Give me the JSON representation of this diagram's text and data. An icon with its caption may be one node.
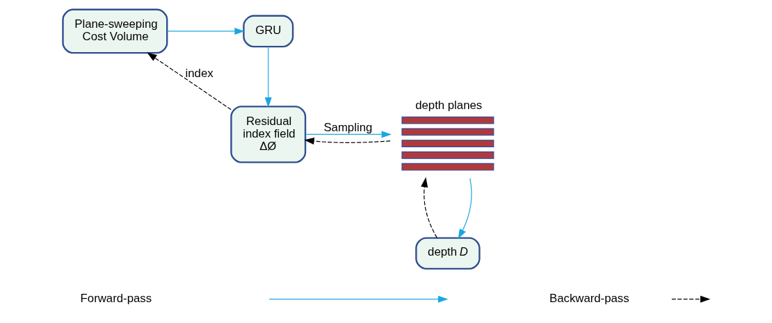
{
  "diagram": {
    "nodes": [
      {
        "text": [
          "Plane-sweeping Cost Volume"
        ]
      },
      {
        "text": [
          "GRU"
        ]
      },
      {
        "text": [
          "Residual index field ΔØ"
        ]
      },
      {
        "text": [
          "depth planes"
        ]
      },
      {
        "text": [
          "depth *D*"
        ]
      }
    ],
    "edges": [
      {
        "from": 0,
        "to": 1,
        "arrow": "to"
      },
      {
        "from": 1,
        "to": 2,
        "arrow": "to"
      },
      {
        "from": 2,
        "to": 3,
        "arrow": "to",
        "label": "Sampling"
      },
      {
        "from": 3,
        "to": 2,
        "arrow": "to",
        "style": "dashed",
        "color": "#000000"
      },
      {
        "from": 2,
        "to": 0,
        "arrow": "to",
        "label": "index",
        "style": "dashed",
        "color": "#000000"
      },
      {
        "from": 3,
        "to": 4,
        "arrow": "to"
      },
      {
        "from": 4,
        "to": 3,
        "arrow": "to",
        "style": "dashed",
        "color": "#000000"
      }
    ],
    "legend": [
      {
        "text": "Forward-pass"
      },
      {
        "text": "Backward-pass"
      }
    ]
  }
}
